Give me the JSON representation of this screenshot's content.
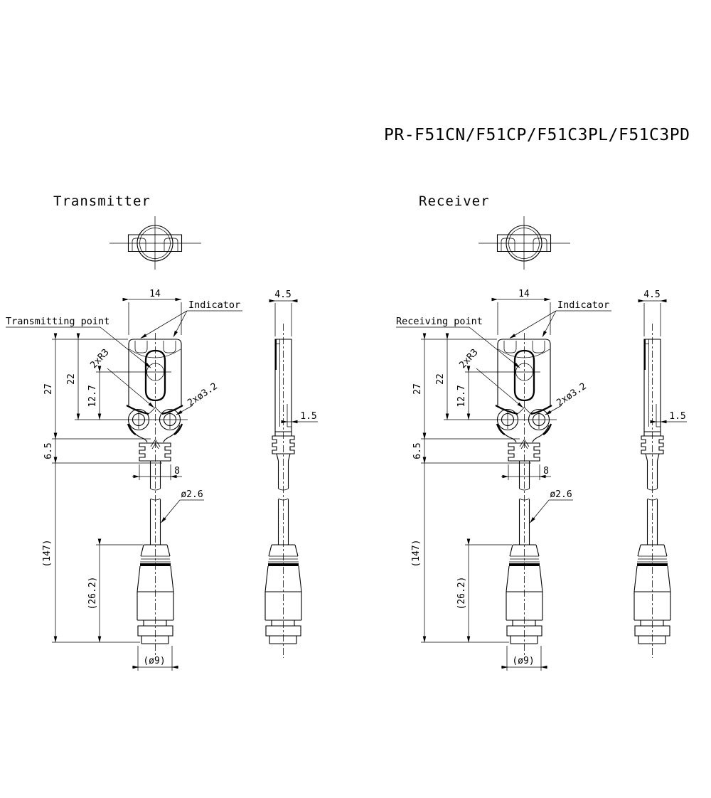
{
  "title": "PR-F51CN/F51CP/F51C3PL/F51C3PD",
  "sections": {
    "transmitter": {
      "label": "Transmitter",
      "point_label": "Transmitting point"
    },
    "receiver": {
      "label": "Receiver",
      "point_label": "Receiving point"
    }
  },
  "labels": {
    "indicator": "Indicator"
  },
  "dimensions": {
    "body_width": "14",
    "body_depth": "4.5",
    "body_height": "27",
    "top_to_hole": "22",
    "point_to_hole": "12.7",
    "strain_relief_height": "6.5",
    "neck_width": "8",
    "step_depth": "1.5",
    "corner_radius": "2xR3",
    "hole_diameter": "2xø3.2",
    "cable_diameter": "ø2.6",
    "cable_length": "(147)",
    "connector_length": "(26.2)",
    "connector_diameter": "(ø9)"
  },
  "colors": {
    "line": "#000000",
    "background": "#ffffff"
  }
}
